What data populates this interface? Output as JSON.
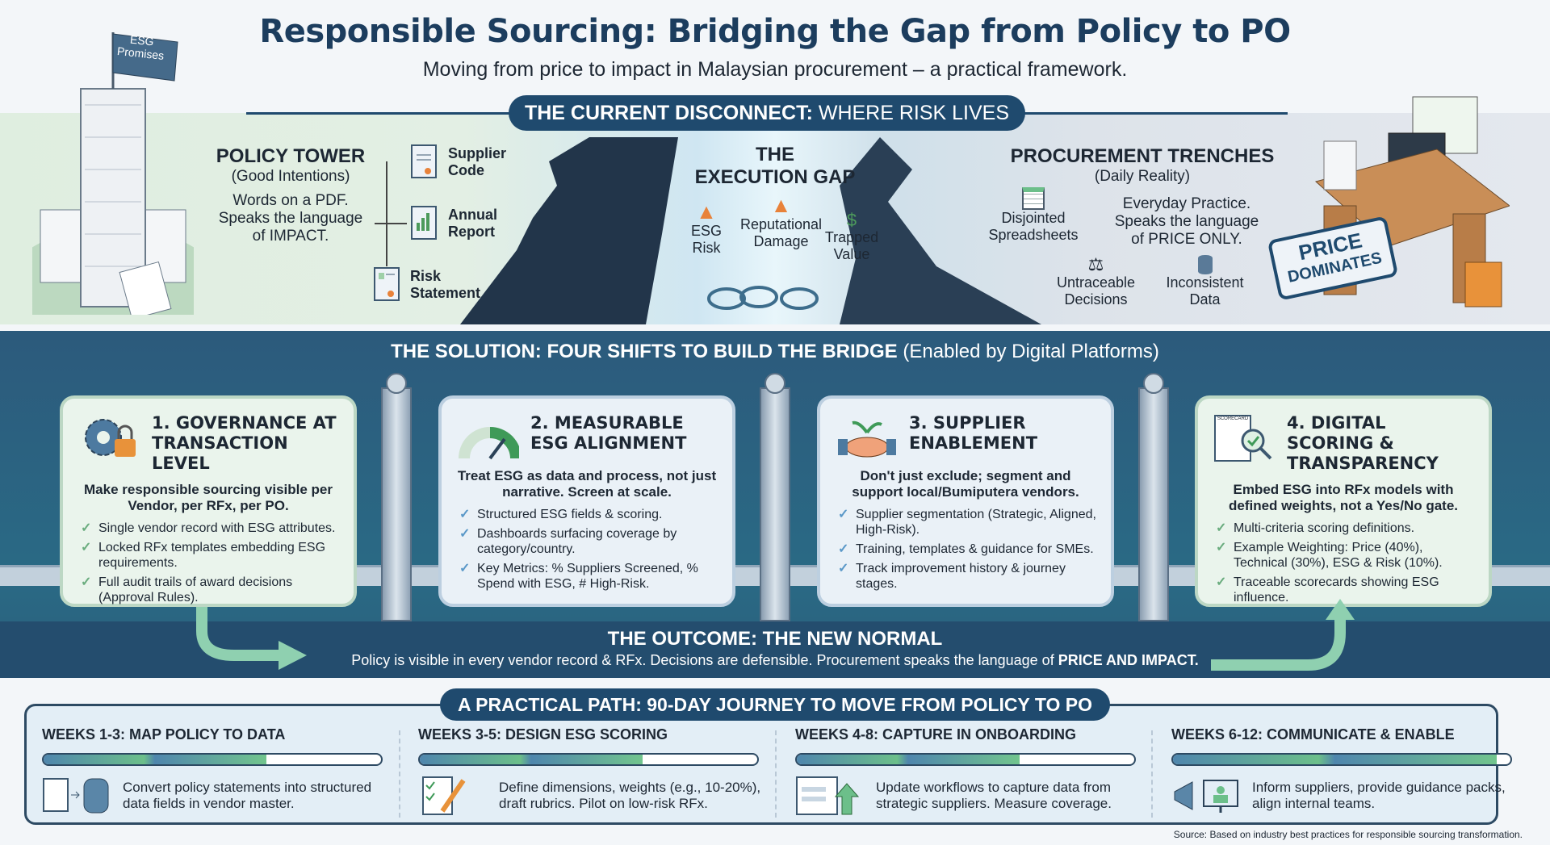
{
  "header": {
    "title": "Responsible Sourcing: Bridging the Gap from Policy to PO",
    "subtitle": "Moving from price to impact in Malaysian procurement – a practical framework."
  },
  "disconnect": {
    "banner_bold": "THE CURRENT DISCONNECT:",
    "banner_thin": " WHERE RISK LIVES",
    "flag": "ESG Promises",
    "policy_tower": {
      "title": "POLICY TOWER",
      "subtitle": "(Good Intentions)",
      "desc1": "Words on a PDF.",
      "desc2": "Speaks the language",
      "desc3": "of IMPACT.",
      "docs": [
        {
          "l1": "Supplier",
          "l2": "Code"
        },
        {
          "l1": "Annual",
          "l2": "Report"
        },
        {
          "l1": "Risk",
          "l2": "Statement"
        }
      ]
    },
    "gap": {
      "title1": "THE",
      "title2": "EXECUTION GAP",
      "items": [
        {
          "l1": "ESG",
          "l2": "Risk"
        },
        {
          "l1": "Reputational",
          "l2": "Damage"
        },
        {
          "l1": "Trapped",
          "l2": "Value"
        }
      ]
    },
    "trenches": {
      "title": "PROCUREMENT TRENCHES",
      "subtitle": "(Daily Reality)",
      "desc1": "Everyday Practice.",
      "desc2": "Speaks the language",
      "desc3": "of PRICE ONLY.",
      "items": [
        {
          "l1": "Disjointed",
          "l2": "Spreadsheets"
        },
        {
          "l1": "Untraceable",
          "l2": "Decisions"
        },
        {
          "l1": "Inconsistent",
          "l2": "Data"
        }
      ],
      "stamp1": "PRICE",
      "stamp2": "DOMINATES"
    }
  },
  "solution": {
    "title_bold": "THE SOLUTION: FOUR SHIFTS TO BUILD THE BRIDGE",
    "title_thin": " (Enabled by Digital Platforms)",
    "cards": [
      {
        "title": "1. GOVERNANCE AT TRANSACTION LEVEL",
        "desc": "Make responsible sourcing visible per Vendor, per RFx, per PO.",
        "items": [
          "Single vendor record with ESG attributes.",
          "Locked RFx templates embedding ESG requirements.",
          "Full audit trails of award decisions (Approval Rules)."
        ]
      },
      {
        "title": "2. MEASURABLE ESG ALIGNMENT",
        "desc": "Treat ESG as data and process, not just narrative. Screen at scale.",
        "items": [
          "Structured ESG fields & scoring.",
          "Dashboards surfacing coverage by category/country.",
          "Key Metrics: % Suppliers Screened, % Spend with ESG, # High-Risk."
        ]
      },
      {
        "title": "3. SUPPLIER ENABLEMENT",
        "desc": "Don't just exclude; segment and support local/Bumiputera vendors.",
        "items": [
          "Supplier segmentation (Strategic, Aligned, High-Risk).",
          "Training, templates & guidance for SMEs.",
          "Track improvement history & journey stages."
        ]
      },
      {
        "title": "4. DIGITAL SCORING & TRANSPARENCY",
        "desc": "Embed ESG into RFx models with defined weights, not a Yes/No gate.",
        "items": [
          "Multi-criteria scoring definitions.",
          "Example Weighting: Price (40%), Technical (30%), ESG & Risk (10%).",
          "Traceable scorecards showing ESG influence."
        ],
        "icon_label": "SCORECARD"
      }
    ],
    "check": "✓"
  },
  "outcome": {
    "title": "THE OUTCOME: THE NEW NORMAL",
    "text": "Policy is visible in every vendor record & RFx. Decisions are defensible. Procurement speaks the language of ",
    "text_bold": "PRICE AND IMPACT."
  },
  "path": {
    "title": "A PRACTICAL PATH: 90-DAY JOURNEY TO MOVE FROM POLICY TO PO",
    "phases": [
      {
        "label": "WEEKS 1-3: MAP POLICY TO DATA",
        "progress": 0.66,
        "desc": "Convert policy statements into structured data fields in vendor master."
      },
      {
        "label": "WEEKS 3-5: DESIGN ESG SCORING",
        "progress": 0.66,
        "desc": "Define dimensions, weights (e.g., 10-20%), draft rubrics. Pilot on low-risk RFx."
      },
      {
        "label": "WEEKS 4-8: CAPTURE IN ONBOARDING",
        "progress": 0.66,
        "desc": "Update workflows to capture data from strategic suppliers. Measure coverage."
      },
      {
        "label": "WEEKS 6-12: COMMUNICATE & ENABLE",
        "progress": 0.96,
        "desc": "Inform suppliers, provide guidance packs, align internal teams."
      }
    ]
  },
  "source": "Source: Based on industry best practices for responsible sourcing transformation.",
  "colors": {
    "navy": "#1f4a6e",
    "green": "#6cbf8a",
    "orange": "#e8823a"
  }
}
